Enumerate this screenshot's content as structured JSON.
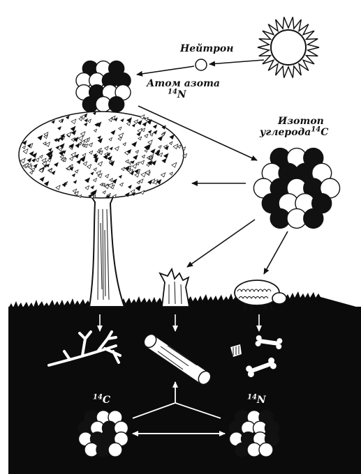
{
  "labels": {
    "neutron": "Нейтрон",
    "nitrogen_atom_line1": "Атом азота",
    "nitrogen_atom_mass": "14",
    "nitrogen_atom_symbol": "N",
    "carbon_isotope_line1": "Изотоп",
    "carbon_isotope_line2": "углерода",
    "carbon_isotope_mass": "14",
    "carbon_isotope_symbol": "C",
    "bottom_carbon_mass": "14",
    "bottom_carbon_symbol": "C",
    "bottom_nitrogen_mass": "14",
    "bottom_nitrogen_symbol": "N"
  },
  "colors": {
    "ink": "#111111",
    "paper": "#ffffff",
    "soil": "#0b0b0b"
  }
}
